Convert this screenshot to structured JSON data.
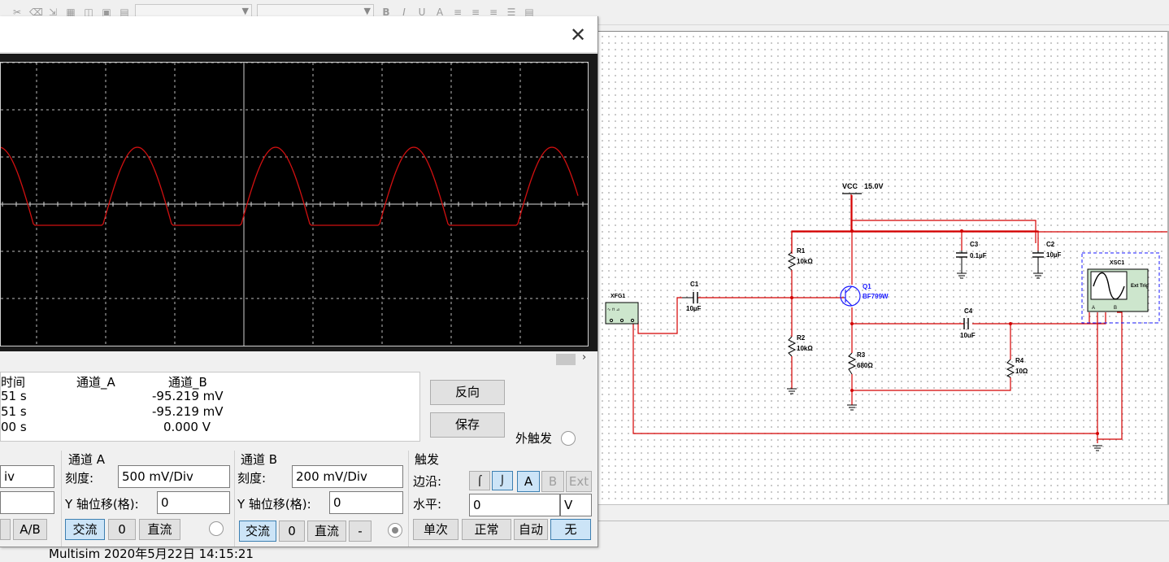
{
  "toolbar": {
    "icons": [
      "cut-icon",
      "eraser-icon",
      "paste-icon",
      "format-icon",
      "graph-icon",
      "image-icon"
    ],
    "format": {
      "bold": "B",
      "italic": "I",
      "underline": "U",
      "font_color": "A"
    }
  },
  "schematic": {
    "vcc_label": "VCC",
    "vcc_value": "15.0V",
    "fg_label": "XFG1",
    "scope_label": "XSC1",
    "ext_trig": "Ext Trig",
    "components": [
      {
        "ref": "R1",
        "value": "10kΩ"
      },
      {
        "ref": "R2",
        "value": "10kΩ"
      },
      {
        "ref": "R3",
        "value": "680Ω"
      },
      {
        "ref": "R4",
        "value": "10Ω"
      },
      {
        "ref": "C1",
        "value": "10µF"
      },
      {
        "ref": "C2",
        "value": "10µF"
      },
      {
        "ref": "C3",
        "value": "0.1µF"
      },
      {
        "ref": "C4",
        "value": "10uF"
      },
      {
        "ref": "Q1",
        "value": "BF799W"
      }
    ],
    "wire_color": "#d40000",
    "transistor_color": "#1a1aff"
  },
  "scope": {
    "trace_color": "#d01010",
    "readout": {
      "headers": {
        "time": "时间",
        "ch_a": "通道_A",
        "ch_b": "通道_B"
      },
      "rows": [
        {
          "time": "51 s",
          "ch_b": "-95.219 mV"
        },
        {
          "time": "51 s",
          "ch_b": "-95.219 mV"
        },
        {
          "time": "00 s",
          "ch_b": "0.000 V"
        }
      ]
    },
    "reverse_label": "反向",
    "save_label": "保存",
    "ext_trigger_label": "外触发",
    "timebase": {
      "scale_value": "iv",
      "ab_label": "A/B"
    },
    "channel_a": {
      "title": "通道 A",
      "scale_label": "刻度:",
      "scale_value": "500 mV/Div",
      "offset_label": "Y 轴位移(格):",
      "offset_value": "0",
      "ac": "交流",
      "zero": "0",
      "dc": "直流"
    },
    "channel_b": {
      "title": "通道 B",
      "scale_label": "刻度:",
      "scale_value": "200 mV/Div",
      "offset_label": "Y 轴位移(格):",
      "offset_value": "0",
      "ac": "交流",
      "zero": "0",
      "dc": "直流",
      "minus": "-"
    },
    "trigger": {
      "title": "触发",
      "edge_label": "边沿:",
      "level_label": "水平:",
      "level_value": "0",
      "level_unit": "V",
      "src_a": "A",
      "src_b": "B",
      "src_ext": "Ext",
      "single": "单次",
      "normal": "正常",
      "auto": "自动",
      "none": "无"
    }
  },
  "status": {
    "text": "Multisim   2020年5月22日 14:15:21"
  }
}
